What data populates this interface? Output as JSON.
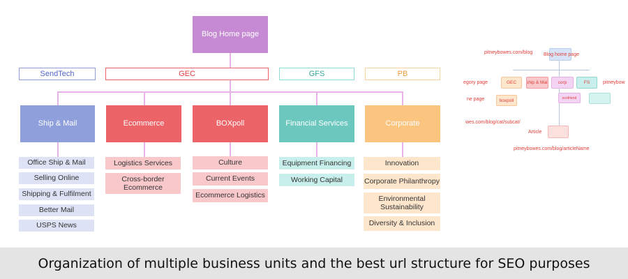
{
  "root": "Blog Home page",
  "units": {
    "sendtech": "SendTech",
    "gec": "GEC",
    "gfs": "GFS",
    "pb": "PB"
  },
  "categories": {
    "ship": {
      "label": "Ship & Mail",
      "items": [
        "Office Ship & Mail",
        "Selling Online",
        "Shipping & Fulfilment",
        "Better Mail",
        "USPS News"
      ]
    },
    "ecommerce": {
      "label": "Ecommerce",
      "items": [
        "Logistics Services",
        "Cross-border\nEcommerce"
      ]
    },
    "boxpoll": {
      "label": "BOXpoll",
      "items": [
        "Culture",
        "Current Events",
        "Ecommerce Logistics"
      ]
    },
    "financial": {
      "label": "Financial Services",
      "items": [
        "Equipment Financing",
        "Working Capital"
      ]
    },
    "corporate": {
      "label": "Corporate",
      "items": [
        "Innovation",
        "Corporate Philanthropy",
        "Environmental\nSustainability",
        "Diversity & Inclusion"
      ]
    }
  },
  "mini": {
    "url_blog": "pitneybowes.com/blog",
    "blog_home": "Blog home page",
    "category_page": "egory page",
    "gec": "GEC",
    "ship_mail": "ship & Mail",
    "corp": "corp",
    "fs": "FS",
    "pitneybowes_right": "pitneybow",
    "home_page": "ne page",
    "boxpoll": "boxpoll",
    "small_item": "ecofriend",
    "url_subcat": "wes.com/blog/cat/subcat/",
    "article": "Article",
    "url_article": "pitneybowes.com/blog/articleName"
  },
  "caption": "Organization of multiple business units and the best url structure for SEO purposes",
  "colors": {
    "root": "#c58ad3",
    "sendtech": "#8f9fdb",
    "gec": "#ec6468",
    "gfs": "#6cc8bf",
    "pb": "#fbc47f",
    "connector": "#e8b3e8"
  }
}
